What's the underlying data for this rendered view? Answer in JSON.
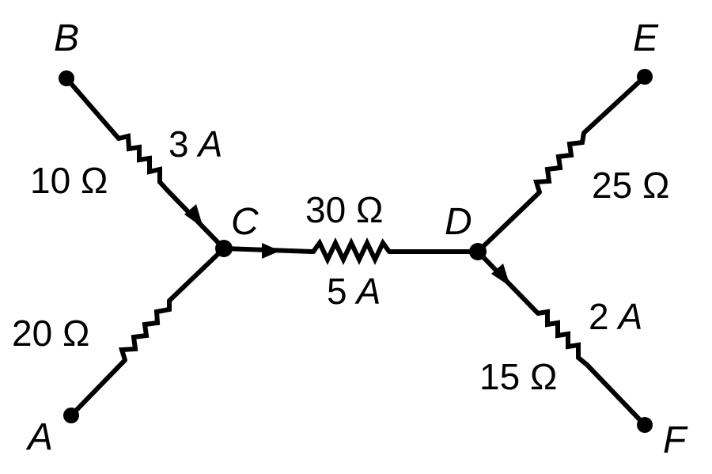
{
  "nodes": {
    "A": "A",
    "B": "B",
    "C": "C",
    "D": "D",
    "E": "E",
    "F": "F"
  },
  "resistors": {
    "bc": {
      "resistance": "10 Ω",
      "current_value": "3",
      "current_unit": "A"
    },
    "ac": {
      "resistance": "20 Ω"
    },
    "cd": {
      "resistance": "30 Ω",
      "current_value": "5",
      "current_unit": "A"
    },
    "de": {
      "resistance": "25 Ω"
    },
    "df": {
      "resistance": "15 Ω",
      "current_value": "2",
      "current_unit": "A"
    }
  }
}
